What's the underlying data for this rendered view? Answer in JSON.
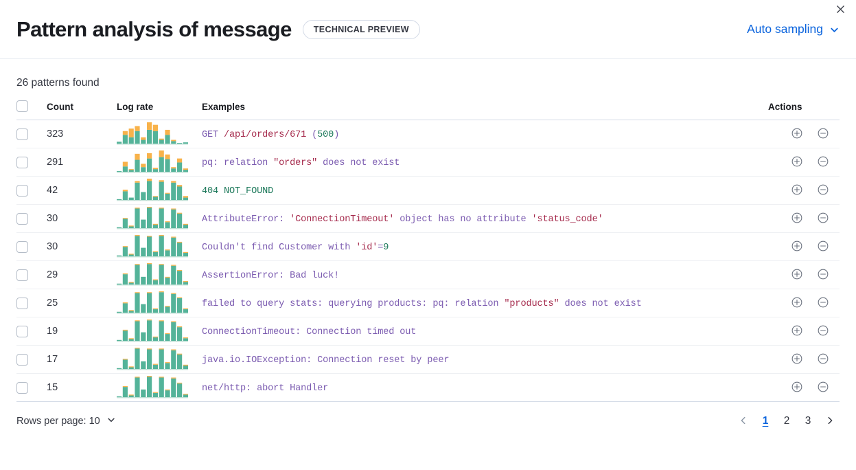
{
  "header": {
    "title": "Pattern analysis of message",
    "badge": "TECHNICAL PREVIEW",
    "sampling_label": "Auto sampling",
    "chevron_icon": "chevron-down-icon",
    "close_icon": "close-icon"
  },
  "summary": {
    "patterns_found": "26 patterns found"
  },
  "table": {
    "columns": {
      "select_all": "",
      "count": "Count",
      "log_rate": "Log rate",
      "examples": "Examples",
      "actions": "Actions"
    },
    "action_icons": {
      "filter_for": "plus-in-circle-icon",
      "filter_out": "minus-in-circle-icon"
    },
    "rows": [
      {
        "count": "323",
        "example": "GET /api/orders/671 (500)",
        "tokens": [
          {
            "t": "GET ",
            "c": "base"
          },
          {
            "t": "/api/orders/671",
            "c": "var"
          },
          {
            "t": " (",
            "c": "base"
          },
          {
            "t": "500",
            "c": "num"
          },
          {
            "t": ")",
            "c": "base"
          }
        ],
        "sparkline": {
          "teal": [
            3,
            14,
            10,
            20,
            6,
            22,
            20,
            6,
            14,
            4,
            1,
            2
          ],
          "orange": [
            0,
            6,
            14,
            8,
            4,
            12,
            10,
            2,
            8,
            2,
            0,
            0
          ]
        }
      },
      {
        "count": "291",
        "example": "pq: relation \"orders\" does not exist",
        "tokens": [
          {
            "t": "pq: relation ",
            "c": "base"
          },
          {
            "t": "\"orders\"",
            "c": "var"
          },
          {
            "t": " does not exist",
            "c": "base"
          }
        ],
        "sparkline": {
          "teal": [
            1,
            8,
            3,
            18,
            7,
            20,
            4,
            22,
            19,
            5,
            14,
            3
          ],
          "orange": [
            0,
            7,
            1,
            9,
            5,
            8,
            2,
            10,
            7,
            2,
            6,
            2
          ]
        }
      },
      {
        "count": "42",
        "example": "404 NOT_FOUND",
        "tokens": [
          {
            "t": "404 NOT_FOUND",
            "c": "num"
          }
        ],
        "sparkline": {
          "teal": [
            1,
            11,
            3,
            22,
            10,
            24,
            4,
            23,
            8,
            22,
            17,
            3
          ],
          "orange": [
            0,
            2,
            0,
            2,
            0,
            3,
            1,
            2,
            1,
            2,
            2,
            2
          ]
        }
      },
      {
        "count": "30",
        "example": "AttributeError: 'ConnectionTimeout' object has no attribute 'status_code'",
        "tokens": [
          {
            "t": "AttributeError: ",
            "c": "base"
          },
          {
            "t": "'ConnectionTimeout'",
            "c": "var"
          },
          {
            "t": " object has no attribute ",
            "c": "base"
          },
          {
            "t": "'status_code'",
            "c": "var"
          }
        ],
        "sparkline": {
          "teal": [
            1,
            11,
            2,
            23,
            10,
            24,
            4,
            23,
            7,
            22,
            17,
            4
          ],
          "orange": [
            0,
            1,
            1,
            1,
            0,
            1,
            1,
            1,
            1,
            1,
            1,
            1
          ]
        }
      },
      {
        "count": "30",
        "example": "Couldn't find Customer with 'id'=9",
        "tokens": [
          {
            "t": "Couldn't find Customer with ",
            "c": "base"
          },
          {
            "t": "'id'",
            "c": "var"
          },
          {
            "t": "=",
            "c": "base"
          },
          {
            "t": "9",
            "c": "num"
          }
        ],
        "sparkline": {
          "teal": [
            1,
            11,
            2,
            24,
            10,
            23,
            5,
            24,
            7,
            22,
            16,
            4
          ],
          "orange": [
            0,
            1,
            1,
            1,
            0,
            1,
            1,
            1,
            1,
            1,
            1,
            1
          ]
        }
      },
      {
        "count": "29",
        "example": "AssertionError: Bad luck!",
        "tokens": [
          {
            "t": "AssertionError: Bad luck!",
            "c": "base"
          }
        ],
        "sparkline": {
          "teal": [
            1,
            12,
            2,
            23,
            9,
            24,
            5,
            23,
            8,
            22,
            16,
            3
          ],
          "orange": [
            0,
            1,
            1,
            1,
            0,
            1,
            1,
            1,
            1,
            1,
            1,
            1
          ]
        }
      },
      {
        "count": "25",
        "example": "failed to query stats: querying products: pq: relation \"products\" does not exist",
        "tokens": [
          {
            "t": "failed to query stats: querying products: pq: relation ",
            "c": "base"
          },
          {
            "t": "\"products\"",
            "c": "var"
          },
          {
            "t": " does not exist",
            "c": "base"
          }
        ],
        "sparkline": {
          "teal": [
            1,
            11,
            2,
            23,
            10,
            23,
            4,
            24,
            7,
            22,
            17,
            4
          ],
          "orange": [
            0,
            1,
            1,
            1,
            0,
            1,
            1,
            1,
            1,
            1,
            1,
            1
          ]
        }
      },
      {
        "count": "19",
        "example": "ConnectionTimeout: Connection timed out",
        "tokens": [
          {
            "t": "ConnectionTimeout: Connection timed out",
            "c": "base"
          }
        ],
        "sparkline": {
          "teal": [
            1,
            12,
            2,
            23,
            10,
            24,
            4,
            23,
            8,
            22,
            16,
            3
          ],
          "orange": [
            0,
            1,
            1,
            1,
            0,
            1,
            1,
            1,
            1,
            1,
            1,
            1
          ]
        }
      },
      {
        "count": "17",
        "example": "java.io.IOException: Connection reset by peer",
        "tokens": [
          {
            "t": "java.io.IOException: Connection reset by peer",
            "c": "base"
          }
        ],
        "sparkline": {
          "teal": [
            1,
            11,
            2,
            24,
            9,
            23,
            5,
            23,
            7,
            22,
            17,
            4
          ],
          "orange": [
            0,
            1,
            1,
            1,
            0,
            1,
            1,
            1,
            1,
            1,
            1,
            1
          ]
        }
      },
      {
        "count": "15",
        "example": "net/http: abort Handler",
        "tokens": [
          {
            "t": "net/http: abort Handler",
            "c": "base"
          }
        ],
        "sparkline": {
          "teal": [
            1,
            12,
            2,
            23,
            9,
            24,
            5,
            23,
            8,
            22,
            16,
            3
          ],
          "orange": [
            0,
            1,
            1,
            1,
            0,
            1,
            1,
            1,
            1,
            1,
            1,
            1
          ]
        }
      }
    ]
  },
  "footer": {
    "rows_per_page": "Rows per page: 10",
    "rows_chevron_icon": "chevron-down-icon",
    "prev_icon": "chevron-left-icon",
    "next_icon": "chevron-right-icon",
    "pages": [
      "1",
      "2",
      "3"
    ],
    "active_page": "1"
  },
  "colors": {
    "accent_blue": "#0b64dd",
    "spark_teal": "#54b399",
    "spark_orange": "#f8b24a",
    "token_base": "#7b5bb0",
    "token_var": "#a52a4c",
    "token_num": "#1f7a5c"
  }
}
